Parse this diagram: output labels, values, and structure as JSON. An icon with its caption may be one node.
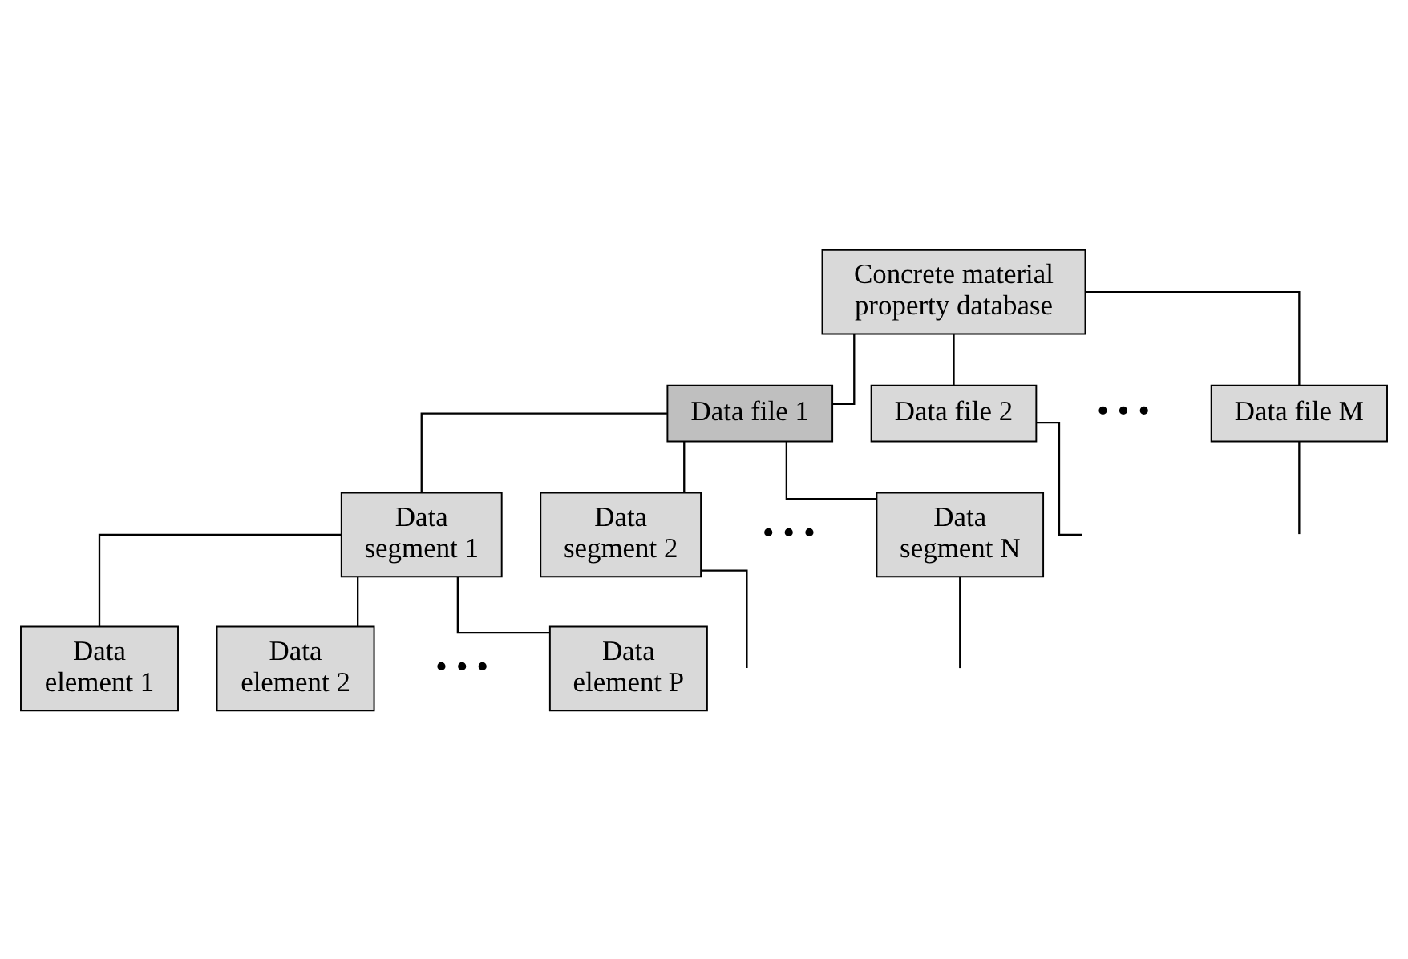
{
  "diagram": {
    "nodes": [
      {
        "text": [
          "Concrete material property database"
        ]
      },
      {
        "text": [
          "Data file 1"
        ]
      },
      {
        "text": [
          "Data file 2"
        ]
      },
      {
        "text": [
          "Data file M"
        ]
      },
      {
        "text": [
          "Data segment 1"
        ]
      },
      {
        "text": [
          "Data segment 2"
        ]
      },
      {
        "text": [
          "Data segment N"
        ]
      },
      {
        "text": [
          "Data element 1"
        ]
      },
      {
        "text": [
          "Data element 2"
        ]
      },
      {
        "text": [
          "Data element P"
        ]
      }
    ],
    "edges": [
      {
        "from": 0,
        "to": 1,
        "arrow": "none"
      },
      {
        "from": 0,
        "to": 2,
        "arrow": "none"
      },
      {
        "from": 0,
        "to": 3,
        "arrow": "none"
      },
      {
        "from": 2,
        "to": null,
        "arrow": "none"
      },
      {
        "from": 3,
        "to": null,
        "arrow": "none"
      },
      {
        "from": 1,
        "to": 4,
        "arrow": "none"
      },
      {
        "from": 1,
        "to": 5,
        "arrow": "none"
      },
      {
        "from": 1,
        "to": 6,
        "arrow": "none"
      },
      {
        "from": 5,
        "to": null,
        "arrow": "none"
      },
      {
        "from": 6,
        "to": null,
        "arrow": "none"
      },
      {
        "from": 4,
        "to": 7,
        "arrow": "none"
      },
      {
        "from": 4,
        "to": 8,
        "arrow": "none"
      },
      {
        "from": 4,
        "to": 9,
        "arrow": "none"
      }
    ],
    "labels": [
      "• • •",
      "• • •",
      "• • •"
    ]
  }
}
